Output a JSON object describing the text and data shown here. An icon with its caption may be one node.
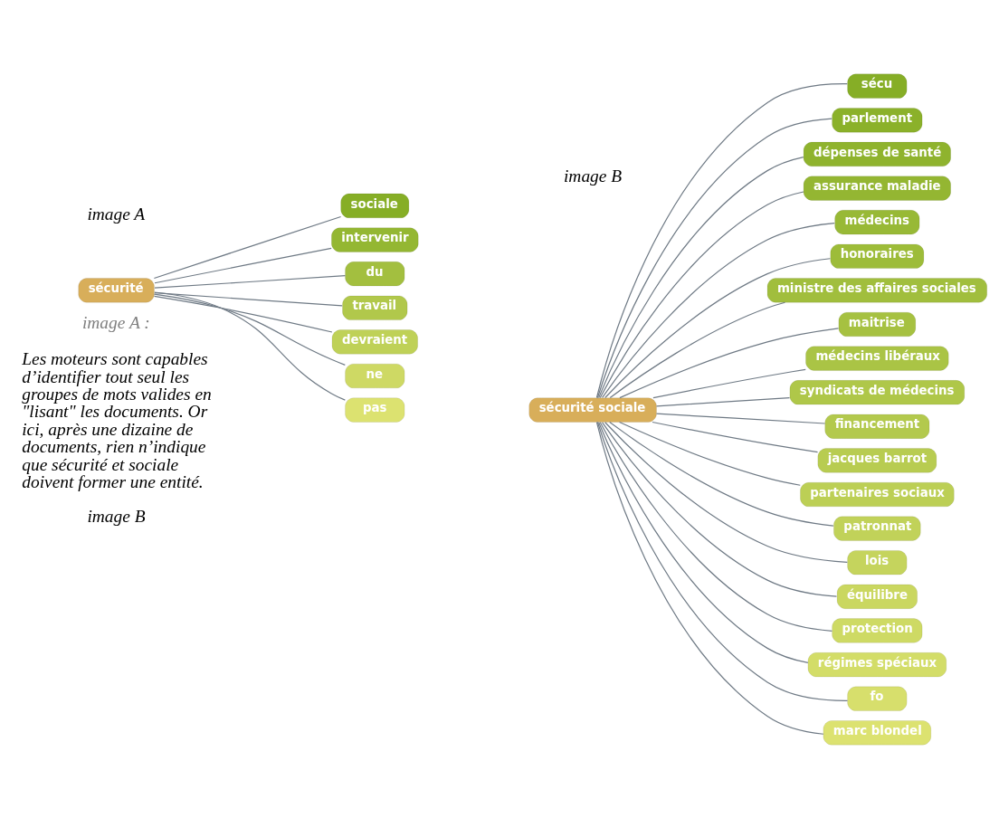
{
  "diagram": {
    "nodes": [
      {
        "text": [
          "sécurité"
        ]
      },
      {
        "text": [
          "sociale"
        ]
      },
      {
        "text": [
          "intervenir"
        ]
      },
      {
        "text": [
          "du"
        ]
      },
      {
        "text": [
          "travail"
        ]
      },
      {
        "text": [
          "devraient"
        ]
      },
      {
        "text": [
          "ne"
        ]
      },
      {
        "text": [
          "pas"
        ]
      },
      {
        "text": [
          "sécurité sociale"
        ]
      },
      {
        "text": [
          "sécu"
        ]
      },
      {
        "text": [
          "parlement"
        ]
      },
      {
        "text": [
          "dépenses de santé"
        ]
      },
      {
        "text": [
          "assurance maladie"
        ]
      },
      {
        "text": [
          "médecins"
        ]
      },
      {
        "text": [
          "honoraires"
        ]
      },
      {
        "text": [
          "ministre des affaires sociales"
        ]
      },
      {
        "text": [
          "maitrise"
        ]
      },
      {
        "text": [
          "médecins libéraux"
        ]
      },
      {
        "text": [
          "syndicats de médecins"
        ]
      },
      {
        "text": [
          "financement"
        ]
      },
      {
        "text": [
          "jacques barrot"
        ]
      },
      {
        "text": [
          "partenaires sociaux"
        ]
      },
      {
        "text": [
          "patronnat"
        ]
      },
      {
        "text": [
          "lois"
        ]
      },
      {
        "text": [
          "équilibre"
        ]
      },
      {
        "text": [
          "protection"
        ]
      },
      {
        "text": [
          "régimes spéciaux"
        ]
      },
      {
        "text": [
          "fo"
        ]
      },
      {
        "text": [
          "marc blondel"
        ]
      }
    ],
    "edges": [
      {
        "from": 0,
        "to": 1,
        "arrow": "none"
      },
      {
        "from": 0,
        "to": 2,
        "arrow": "none"
      },
      {
        "from": 0,
        "to": 3,
        "arrow": "none"
      },
      {
        "from": 0,
        "to": 4,
        "arrow": "none"
      },
      {
        "from": 0,
        "to": 5,
        "arrow": "none"
      },
      {
        "from": 0,
        "to": 6,
        "arrow": "none"
      },
      {
        "from": 0,
        "to": 7,
        "arrow": "none"
      },
      {
        "from": 8,
        "to": 9,
        "arrow": "none"
      },
      {
        "from": 8,
        "to": 10,
        "arrow": "none"
      },
      {
        "from": 8,
        "to": 11,
        "arrow": "none"
      },
      {
        "from": 8,
        "to": 12,
        "arrow": "none"
      },
      {
        "from": 8,
        "to": 13,
        "arrow": "none"
      },
      {
        "from": 8,
        "to": 14,
        "arrow": "none"
      },
      {
        "from": 8,
        "to": 15,
        "arrow": "none"
      },
      {
        "from": 8,
        "to": 16,
        "arrow": "none"
      },
      {
        "from": 8,
        "to": 17,
        "arrow": "none"
      },
      {
        "from": 8,
        "to": 18,
        "arrow": "none"
      },
      {
        "from": 8,
        "to": 19,
        "arrow": "none"
      },
      {
        "from": 8,
        "to": 20,
        "arrow": "none"
      },
      {
        "from": 8,
        "to": 21,
        "arrow": "none"
      },
      {
        "from": 8,
        "to": 22,
        "arrow": "none"
      },
      {
        "from": 8,
        "to": 23,
        "arrow": "none"
      },
      {
        "from": 8,
        "to": 24,
        "arrow": "none"
      },
      {
        "from": 8,
        "to": 25,
        "arrow": "none"
      },
      {
        "from": 8,
        "to": 26,
        "arrow": "none"
      },
      {
        "from": 8,
        "to": 27,
        "arrow": "none"
      },
      {
        "from": 8,
        "to": 28,
        "arrow": "none"
      }
    ],
    "labels": [
      "image A",
      "image B",
      "image A :",
      "Les moteurs sont capables d’identifier tout seul les groupes de mots valides en \"lisant\" les documents. Or ici, après une dizaine de documents, rien n’indique que sécurité et sociale doivent former une entité.",
      "image B"
    ]
  }
}
